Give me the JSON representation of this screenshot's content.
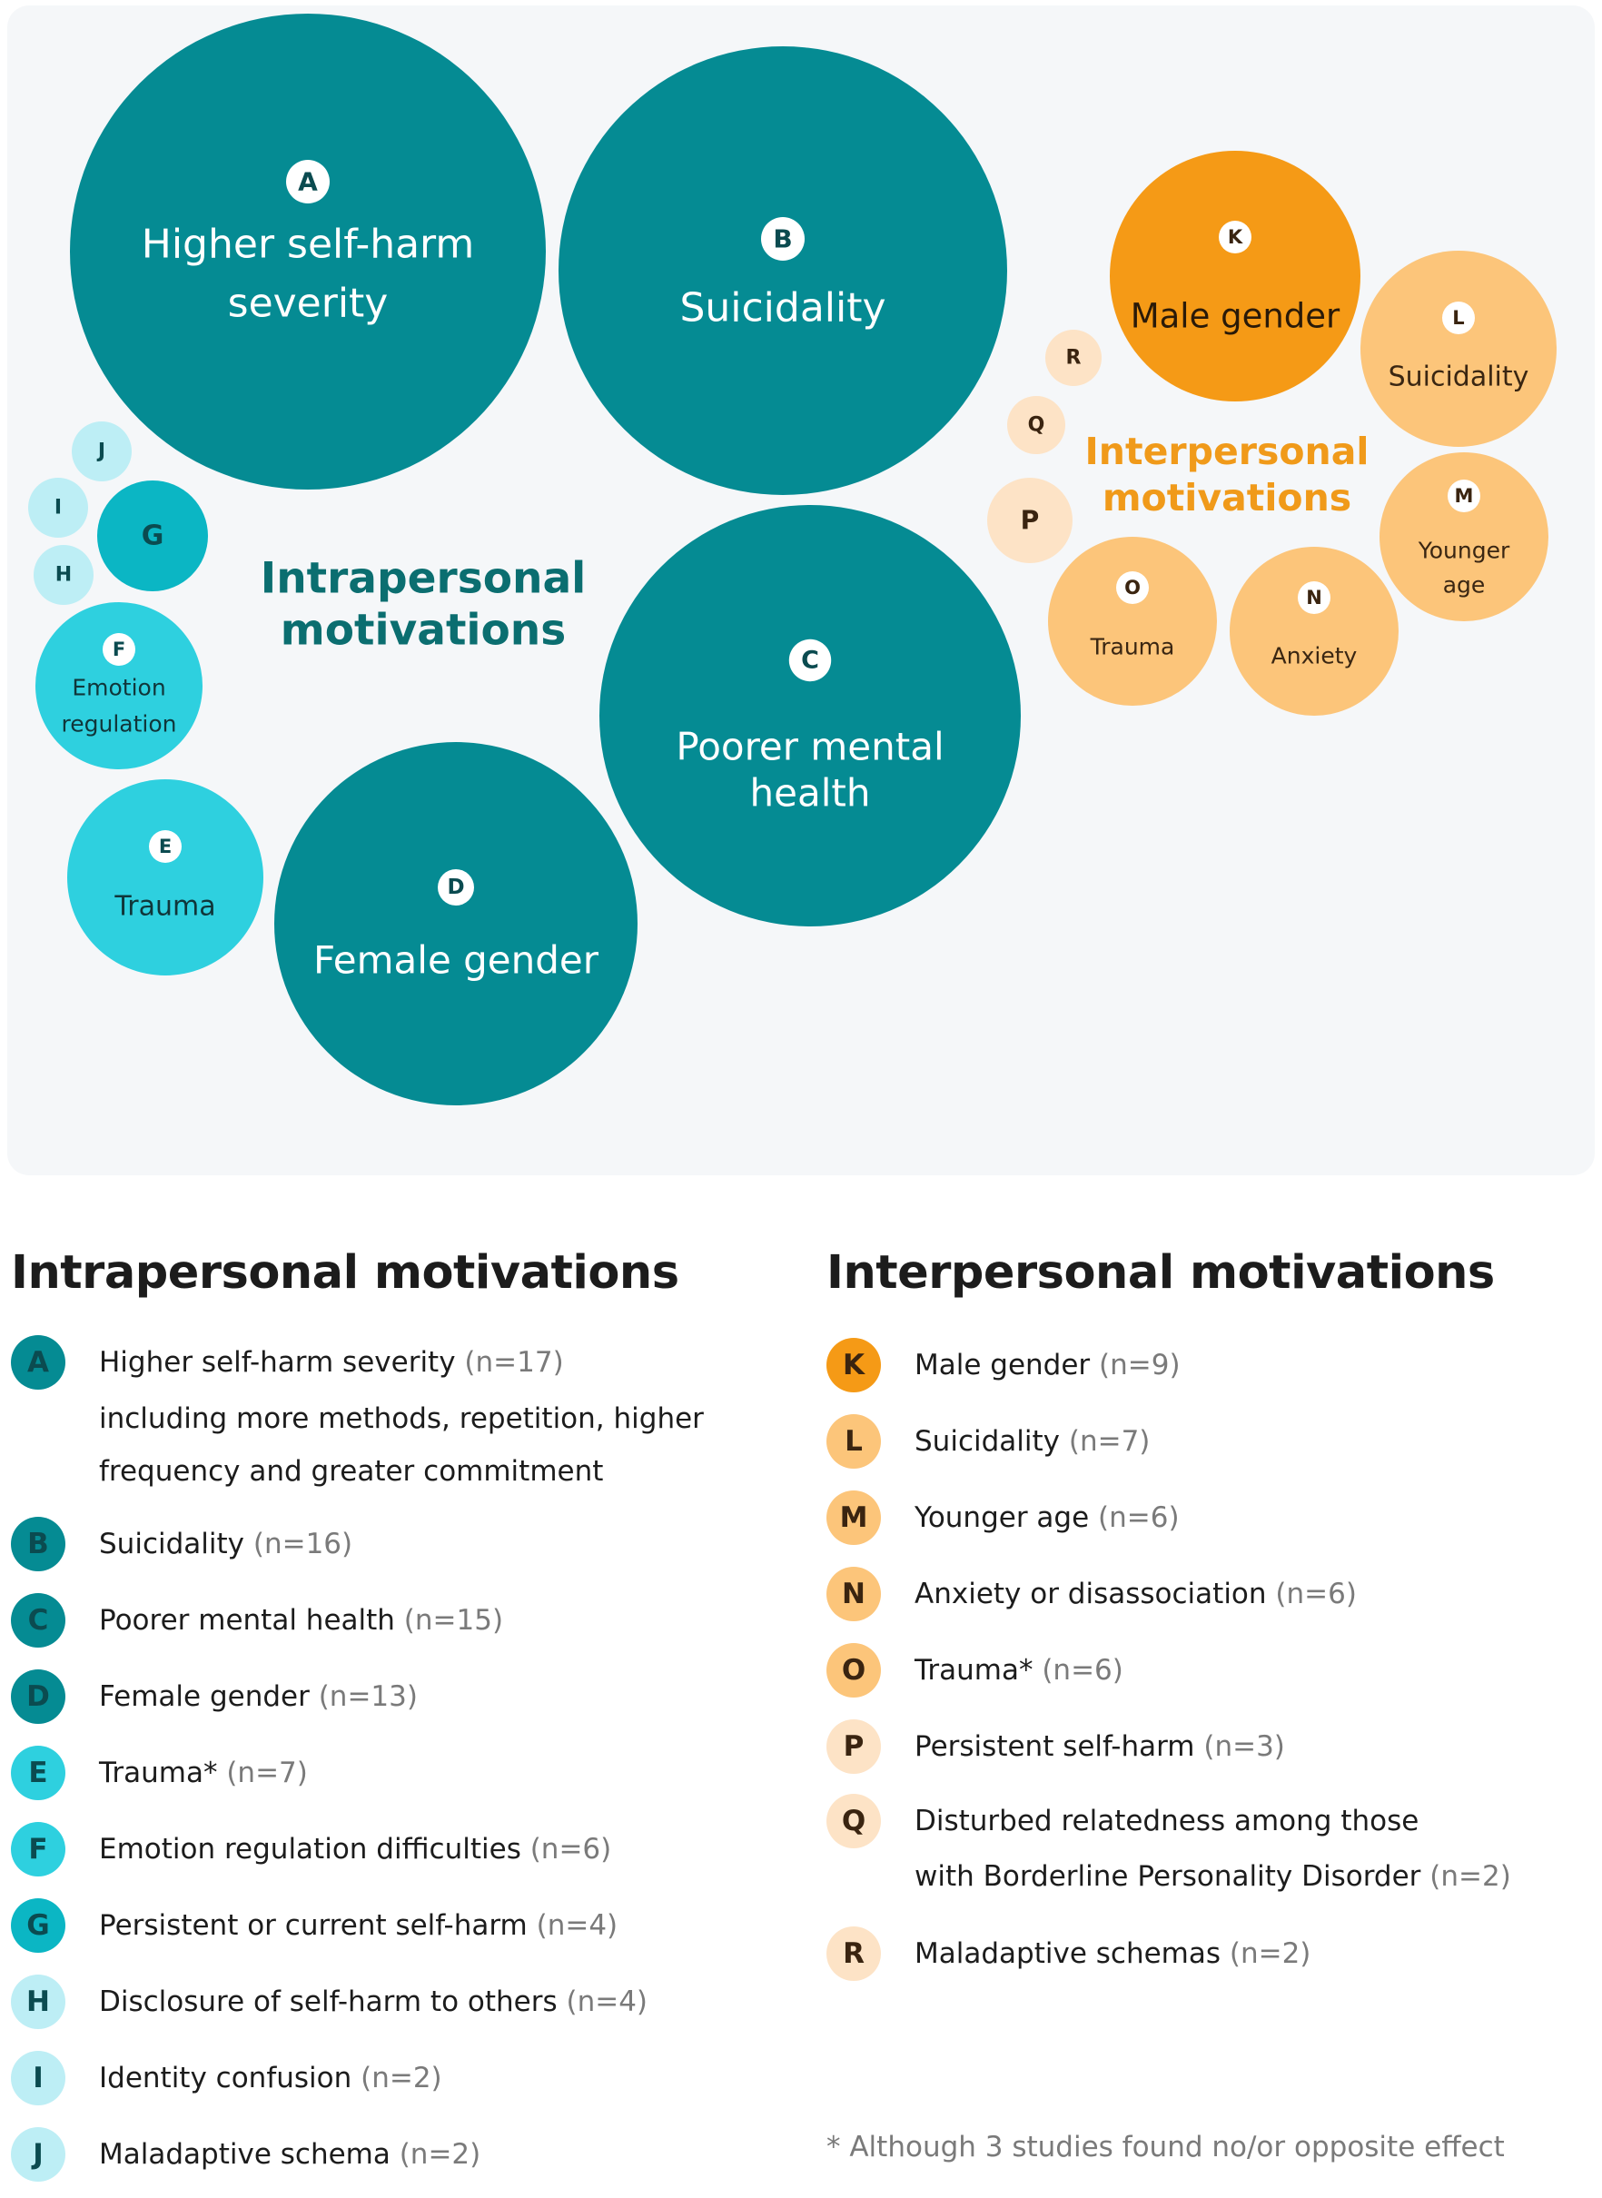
{
  "colors": {
    "panel": "#f5f7f9",
    "teal_dark": "#058b93",
    "teal_mid": "#0bb6c4",
    "teal_light": "#2ed0df",
    "teal_pale": "#bdeef5",
    "orange_dark": "#f59a16",
    "orange_mid": "#fcc57a",
    "orange_pale": "#fde3c6",
    "intra_title": "#0b6e70",
    "inter_title": "#f09a1a"
  },
  "diagram": {
    "intra_label": [
      "Intrapersonal",
      "motivations"
    ],
    "inter_label": [
      "Interpersonal",
      "motivations"
    ],
    "bubbles": [
      {
        "id": "A",
        "lines": [
          "Higher self-harm",
          "severity"
        ],
        "tone": "teal_dark"
      },
      {
        "id": "B",
        "lines": [
          "Suicidality"
        ],
        "tone": "teal_dark"
      },
      {
        "id": "C",
        "lines": [
          "Poorer mental",
          "health"
        ],
        "tone": "teal_dark"
      },
      {
        "id": "D",
        "lines": [
          "Female gender"
        ],
        "tone": "teal_dark"
      },
      {
        "id": "E",
        "lines": [
          "Trauma"
        ],
        "tone": "teal_light"
      },
      {
        "id": "F",
        "lines": [
          "Emotion",
          "regulation"
        ],
        "tone": "teal_light"
      },
      {
        "id": "G",
        "lines": [],
        "tone": "teal_mid"
      },
      {
        "id": "H",
        "lines": [],
        "tone": "teal_pale"
      },
      {
        "id": "I",
        "lines": [],
        "tone": "teal_pale"
      },
      {
        "id": "J",
        "lines": [],
        "tone": "teal_pale"
      },
      {
        "id": "K",
        "lines": [
          "Male gender"
        ],
        "tone": "orange_dark"
      },
      {
        "id": "L",
        "lines": [
          "Suicidality"
        ],
        "tone": "orange_mid"
      },
      {
        "id": "M",
        "lines": [
          "Younger",
          "age"
        ],
        "tone": "orange_mid"
      },
      {
        "id": "N",
        "lines": [
          "Anxiety"
        ],
        "tone": "orange_mid"
      },
      {
        "id": "O",
        "lines": [
          "Trauma"
        ],
        "tone": "orange_mid"
      },
      {
        "id": "P",
        "lines": [],
        "tone": "orange_pale"
      },
      {
        "id": "Q",
        "lines": [],
        "tone": "orange_pale"
      },
      {
        "id": "R",
        "lines": [],
        "tone": "orange_pale"
      }
    ]
  },
  "legend_intra": {
    "title": "Intrapersonal motivations",
    "items": [
      {
        "letter": "A",
        "label": "Higher self-harm severity",
        "n": "(n=17)",
        "tone": "teal_dark",
        "sub": [
          "including more methods, repetition, higher",
          "frequency and greater commitment"
        ]
      },
      {
        "letter": "B",
        "label": "Suicidality",
        "n": "(n=16)",
        "tone": "teal_dark"
      },
      {
        "letter": "C",
        "label": "Poorer mental health",
        "n": "(n=15)",
        "tone": "teal_dark"
      },
      {
        "letter": "D",
        "label": "Female gender",
        "n": "(n=13)",
        "tone": "teal_dark"
      },
      {
        "letter": "E",
        "label": "Trauma*",
        "n": "(n=7)",
        "tone": "teal_light"
      },
      {
        "letter": "F",
        "label": "Emotion regulation difficulties",
        "n": "(n=6)",
        "tone": "teal_light"
      },
      {
        "letter": "G",
        "label": "Persistent or current self-harm",
        "n": "(n=4)",
        "tone": "teal_mid"
      },
      {
        "letter": "H",
        "label": "Disclosure of self-harm to others",
        "n": "(n=4)",
        "tone": "teal_pale"
      },
      {
        "letter": "I",
        "label": "Identity confusion",
        "n": "(n=2)",
        "tone": "teal_pale"
      },
      {
        "letter": "J",
        "label": "Maladaptive schema",
        "n": "(n=2)",
        "tone": "teal_pale"
      }
    ]
  },
  "legend_inter": {
    "title": "Interpersonal motivations",
    "items": [
      {
        "letter": "K",
        "label": "Male gender",
        "n": "(n=9)",
        "tone": "orange_dark"
      },
      {
        "letter": "L",
        "label": "Suicidality",
        "n": "(n=7)",
        "tone": "orange_mid"
      },
      {
        "letter": "M",
        "label": "Younger age",
        "n": "(n=6)",
        "tone": "orange_mid"
      },
      {
        "letter": "N",
        "label": "Anxiety or disassociation",
        "n": "(n=6)",
        "tone": "orange_mid"
      },
      {
        "letter": "O",
        "label": "Trauma*",
        "n": "(n=6)",
        "tone": "orange_mid"
      },
      {
        "letter": "P",
        "label": "Persistent self-harm",
        "n": "(n=3)",
        "tone": "orange_pale"
      },
      {
        "letter": "Q",
        "label": "Disturbed relatedness among those",
        "n": "",
        "tone": "orange_pale",
        "sub_line": {
          "label": "with Borderline Personality Disorder",
          "n": "(n=2)"
        }
      },
      {
        "letter": "R",
        "label": "Maladaptive schemas",
        "n": "(n=2)",
        "tone": "orange_pale"
      }
    ]
  },
  "footnote": "* Although 3 studies found no/or opposite effect"
}
